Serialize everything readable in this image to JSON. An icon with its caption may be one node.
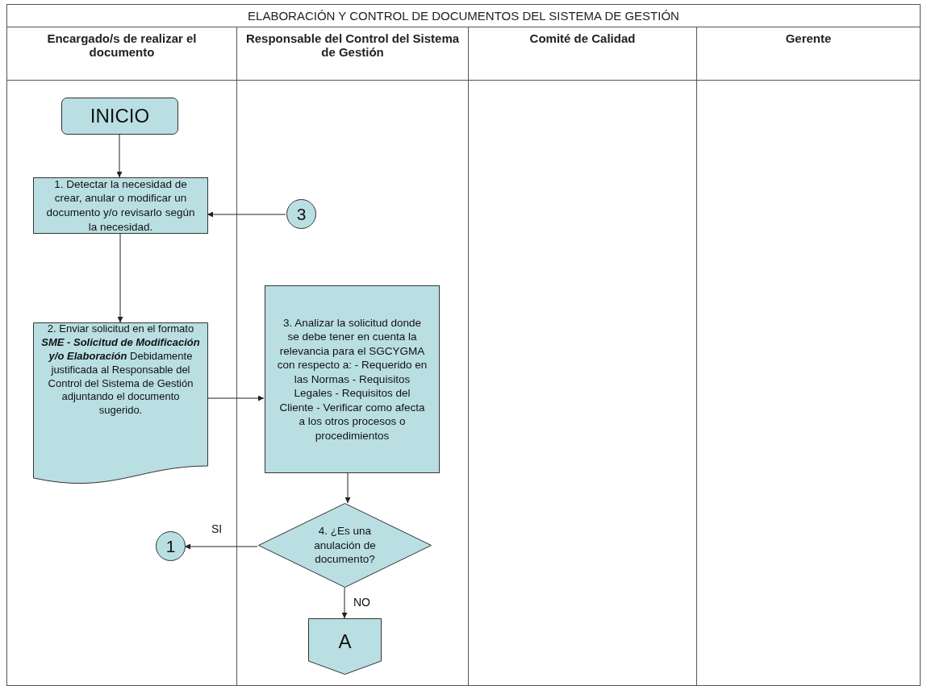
{
  "diagram": {
    "title": "ELABORACIÓN Y CONTROL DE DOCUMENTOS DEL SISTEMA DE GESTIÓN",
    "nodes": [
      {
        "text": [
          "Encargado/s de realizar el documento"
        ]
      },
      {
        "text": [
          "Responsable del Control del Sistema de Gestión"
        ]
      },
      {
        "text": [
          "Comité de Calidad"
        ]
      },
      {
        "text": [
          "Gerente"
        ]
      },
      {
        "text": [
          "INICIO"
        ],
        "in": 0
      },
      {
        "text": [
          "1. Detectar la necesidad de crear, anular o modificar un documento y/o revisarlo según la necesidad."
        ],
        "in": 0
      },
      {
        "text": [
          "2. Enviar solicitud en el formato **SME - Solicitud de Modificación y/o Elaboración** Debidamente justificada al Responsable del Control del Sistema de Gestión adjuntando el documento sugerido."
        ],
        "in": 0
      },
      {
        "text": [
          "3"
        ],
        "in": 1
      },
      {
        "text": [
          "3. Analizar la solicitud donde se debe tener en cuenta la relevancia para el SGCYGMA con respecto a: - Requerido en las Normas - Requisitos Legales - Requisitos del Cliente - Verificar como afecta a los otros procesos o procedimientos"
        ],
        "in": 1
      },
      {
        "text": [
          "4. ¿Es una anulación de documento?"
        ],
        "in": 1
      },
      {
        "text": [
          "1"
        ],
        "in": 0
      },
      {
        "text": [
          "A"
        ],
        "in": 1
      }
    ],
    "edges": [
      {
        "from": 4,
        "to": 5,
        "arrow": "to"
      },
      {
        "from": 7,
        "to": 5,
        "arrow": "to"
      },
      {
        "from": 5,
        "to": 6,
        "arrow": "to"
      },
      {
        "from": 6,
        "to": 8,
        "arrow": "to"
      },
      {
        "from": 8,
        "to": 9,
        "arrow": "to"
      },
      {
        "from": 9,
        "to": 10,
        "label": "SI",
        "arrow": "to"
      },
      {
        "from": 9,
        "to": 11,
        "label": "NO",
        "arrow": "to"
      }
    ]
  }
}
